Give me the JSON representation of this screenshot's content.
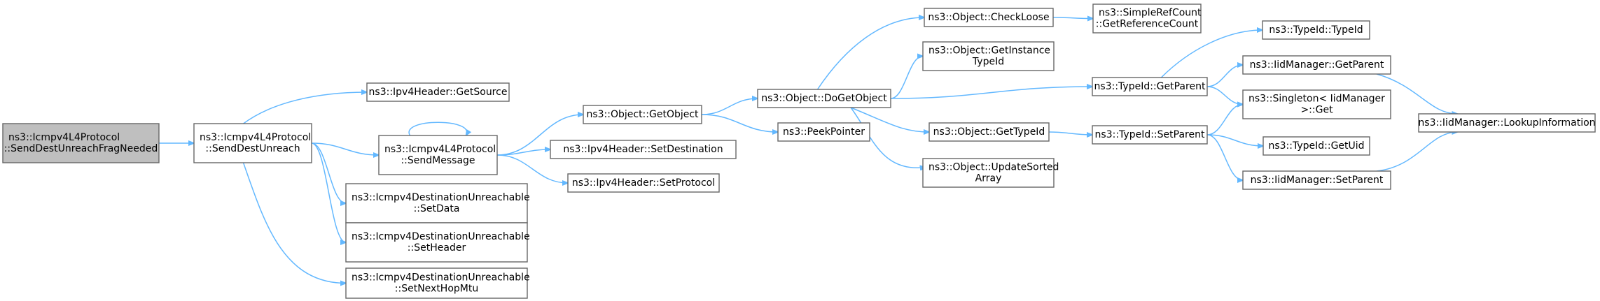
{
  "colors": {
    "edge": "#63b8ff",
    "node_border": "#666666",
    "root_fill": "#bfbfbf",
    "node_fill": "#ffffff",
    "text": "#000000"
  },
  "nodes": [
    {
      "id": "root",
      "lines": [
        "ns3::Icmpv4L4Protocol",
        "::SendDestUnreachFragNeeded"
      ]
    },
    {
      "id": "sendDestUnreach",
      "lines": [
        "ns3::Icmpv4L4Protocol",
        "::SendDestUnreach"
      ]
    },
    {
      "id": "getSource",
      "lines": [
        "ns3::Ipv4Header::GetSource"
      ]
    },
    {
      "id": "sendMessage",
      "lines": [
        "ns3::Icmpv4L4Protocol",
        "::SendMessage"
      ]
    },
    {
      "id": "setData",
      "lines": [
        "ns3::Icmpv4DestinationUnreachable",
        "::SetData"
      ]
    },
    {
      "id": "setHeader",
      "lines": [
        "ns3::Icmpv4DestinationUnreachable",
        "::SetHeader"
      ]
    },
    {
      "id": "setNextHopMtu",
      "lines": [
        "ns3::Icmpv4DestinationUnreachable",
        "::SetNextHopMtu"
      ]
    },
    {
      "id": "getObject",
      "lines": [
        "ns3::Object::GetObject"
      ]
    },
    {
      "id": "setDestination",
      "lines": [
        "ns3::Ipv4Header::SetDestination"
      ]
    },
    {
      "id": "setProtocol",
      "lines": [
        "ns3::Ipv4Header::SetProtocol"
      ]
    },
    {
      "id": "doGetObject",
      "lines": [
        "ns3::Object::DoGetObject"
      ]
    },
    {
      "id": "peekPointer",
      "lines": [
        "ns3::PeekPointer"
      ]
    },
    {
      "id": "checkLoose",
      "lines": [
        "ns3::Object::CheckLoose"
      ]
    },
    {
      "id": "getInstanceTypeId",
      "lines": [
        "ns3::Object::GetInstance",
        "TypeId"
      ]
    },
    {
      "id": "getTypeId",
      "lines": [
        "ns3::Object::GetTypeId"
      ]
    },
    {
      "id": "updateSortedArray",
      "lines": [
        "ns3::Object::UpdateSorted",
        "Array"
      ]
    },
    {
      "id": "getReferenceCount",
      "lines": [
        "ns3::SimpleRefCount",
        "::GetReferenceCount"
      ]
    },
    {
      "id": "typeIdGetParent",
      "lines": [
        "ns3::TypeId::GetParent"
      ]
    },
    {
      "id": "typeIdSetParent",
      "lines": [
        "ns3::TypeId::SetParent"
      ]
    },
    {
      "id": "typeIdTypeId",
      "lines": [
        "ns3::TypeId::TypeId"
      ]
    },
    {
      "id": "iidGetParent",
      "lines": [
        "ns3::IidManager::GetParent"
      ]
    },
    {
      "id": "singletonGet",
      "lines": [
        "ns3::Singleton< IidManager",
        " >::Get"
      ]
    },
    {
      "id": "getUid",
      "lines": [
        "ns3::TypeId::GetUid"
      ]
    },
    {
      "id": "iidSetParent",
      "lines": [
        "ns3::IidManager::SetParent"
      ]
    },
    {
      "id": "lookupInformation",
      "lines": [
        "ns3::IidManager::LookupInformation"
      ]
    }
  ],
  "edges": [
    [
      "root",
      "sendDestUnreach"
    ],
    [
      "sendDestUnreach",
      "getSource"
    ],
    [
      "sendDestUnreach",
      "sendMessage"
    ],
    [
      "sendDestUnreach",
      "setData"
    ],
    [
      "sendDestUnreach",
      "setHeader"
    ],
    [
      "sendDestUnreach",
      "setNextHopMtu"
    ],
    [
      "sendMessage",
      "sendMessage"
    ],
    [
      "sendMessage",
      "getObject"
    ],
    [
      "sendMessage",
      "setDestination"
    ],
    [
      "sendMessage",
      "setProtocol"
    ],
    [
      "getObject",
      "doGetObject"
    ],
    [
      "getObject",
      "peekPointer"
    ],
    [
      "doGetObject",
      "checkLoose"
    ],
    [
      "doGetObject",
      "getInstanceTypeId"
    ],
    [
      "doGetObject",
      "typeIdGetParent"
    ],
    [
      "doGetObject",
      "getTypeId"
    ],
    [
      "doGetObject",
      "updateSortedArray"
    ],
    [
      "checkLoose",
      "getReferenceCount"
    ],
    [
      "getTypeId",
      "typeIdSetParent"
    ],
    [
      "typeIdGetParent",
      "typeIdTypeId"
    ],
    [
      "typeIdGetParent",
      "iidGetParent"
    ],
    [
      "typeIdGetParent",
      "singletonGet"
    ],
    [
      "typeIdSetParent",
      "singletonGet"
    ],
    [
      "typeIdSetParent",
      "getUid"
    ],
    [
      "typeIdSetParent",
      "iidSetParent"
    ],
    [
      "iidGetParent",
      "lookupInformation"
    ],
    [
      "iidSetParent",
      "lookupInformation"
    ]
  ]
}
